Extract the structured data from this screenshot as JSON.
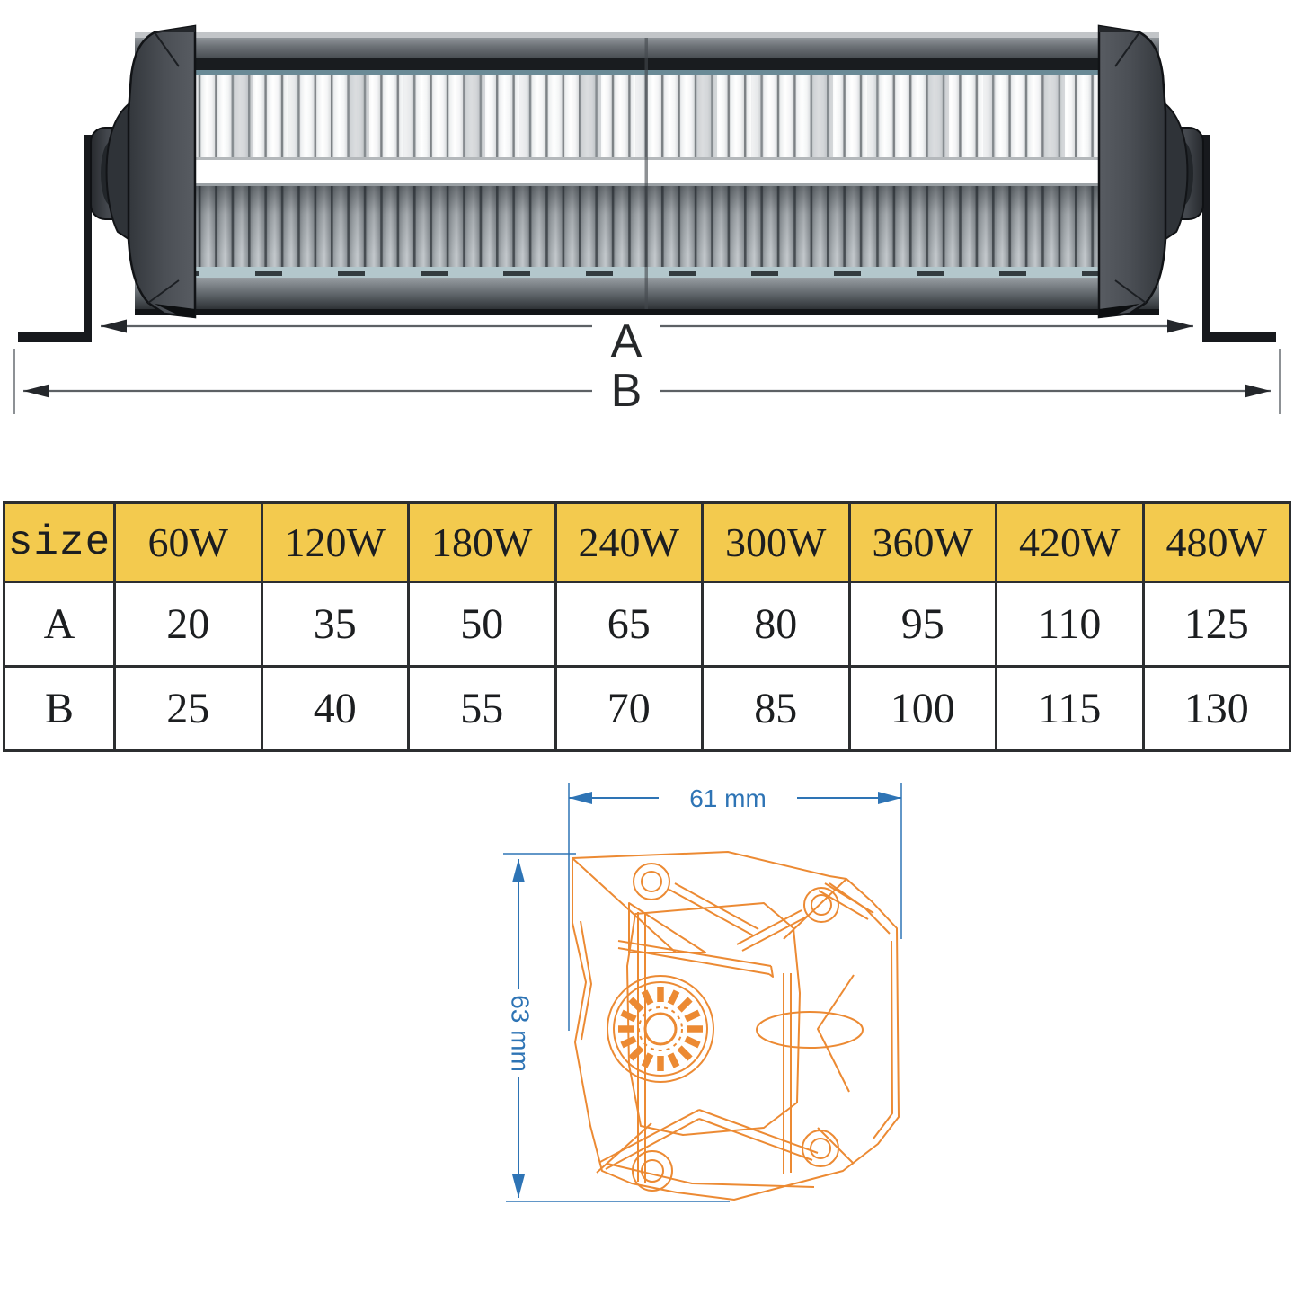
{
  "diagram": {
    "dim_a_label": "A",
    "dim_b_label": "B"
  },
  "size_table": {
    "header_row": [
      "size",
      "60W",
      "120W",
      "180W",
      "240W",
      "300W",
      "360W",
      "420W",
      "480W"
    ],
    "rows": [
      {
        "label": "A",
        "values": [
          20,
          35,
          50,
          65,
          80,
          95,
          110,
          125
        ]
      },
      {
        "label": "B",
        "values": [
          25,
          40,
          55,
          70,
          85,
          100,
          115,
          130
        ]
      }
    ],
    "colors": {
      "header_bg": "#F3CA4E",
      "border": "#2C2E30",
      "text": "#1C1E20"
    }
  },
  "bracket_drawing": {
    "width_dim_label": "61 mm",
    "height_dim_label": "63 mm",
    "colors": {
      "outline": "#EC8A33",
      "dimension": "#2E74B5"
    }
  }
}
